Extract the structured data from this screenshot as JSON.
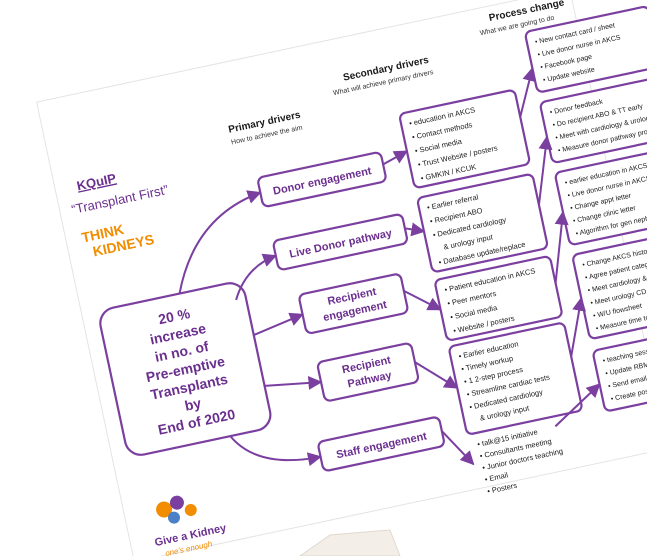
{
  "headers": {
    "process_change": "Process change",
    "process_change_sub": "What we are going to do",
    "secondary_drivers": "Secondary drivers",
    "secondary_drivers_sub": "What will achieve primary drivers",
    "primary_drivers": "Primary drivers",
    "primary_drivers_sub": "How to achieve the aim"
  },
  "branding": {
    "kquip": "KQuIP",
    "project": "“Transplant First”",
    "think_line1": "THINK",
    "think_line2": "KIDNEYS",
    "give_line1": "Give a Kidney",
    "give_line2": "one's enough"
  },
  "aim": {
    "lines": [
      "20 %",
      "increase",
      "in no. of",
      "Pre-emptive",
      "Transplants",
      "by",
      "End of 2020"
    ]
  },
  "primary_drivers": [
    {
      "label_lines": [
        "Donor engagement"
      ]
    },
    {
      "label_lines": [
        "Live Donor pathway"
      ]
    },
    {
      "label_lines": [
        "Recipient",
        "engagement"
      ]
    },
    {
      "label_lines": [
        "Recipient",
        "Pathway"
      ]
    },
    {
      "label_lines": [
        "Staff engagement"
      ]
    }
  ],
  "secondary_drivers": [
    {
      "items": [
        "education in AKCS",
        "Contact methods",
        "Social media",
        "Trust Website / posters",
        "GMKIN / KCUK"
      ]
    },
    {
      "items": [
        "Earlier referral",
        "Recipient ABO",
        "Dedicated cardiology",
        "& urology input",
        "Database update/replace"
      ]
    },
    {
      "items": [
        "Patient education in AKCS",
        "Peer mentors",
        "Social media",
        "Website / posters"
      ]
    },
    {
      "items": [
        "Earlier education",
        "Timely workup",
        "1 2-step process",
        "Streamline cardiac tests",
        "Dedicated cardiology",
        "& urology input"
      ]
    },
    {
      "items": [
        "talk@15 initiative",
        "Consultants meeting",
        "Junior doctors teaching",
        "Email",
        "Posters"
      ]
    }
  ],
  "process_changes": [
    {
      "items": [
        "New contact card / sheet",
        "Live donor nurse in AKCS",
        "Facebook page",
        "Update website"
      ]
    },
    {
      "items": [
        "Donor feedback",
        "Do recipient ABO & TT early",
        "Meet with cardiology & urology",
        "Measure donor pathway progress"
      ]
    },
    {
      "items": [
        "earlier education in AKCS",
        "Live donor nurse in AKCS",
        "Change appt letter",
        "Change clinic letter",
        "Algorithm for gen neph clinic"
      ]
    },
    {
      "items": [
        "Change AKCS history sheet",
        "Agree patient categories",
        "Meet cardiology & CRI",
        "Meet urology CD",
        "W/U flowsheet",
        "Measure time to referral & list"
      ]
    },
    {
      "items": [
        "teaching session for jun docs",
        "Update RBM & Cons mtg",
        "Send email updates to dept",
        "Create posters for OPD/ward Pt"
      ]
    }
  ]
}
